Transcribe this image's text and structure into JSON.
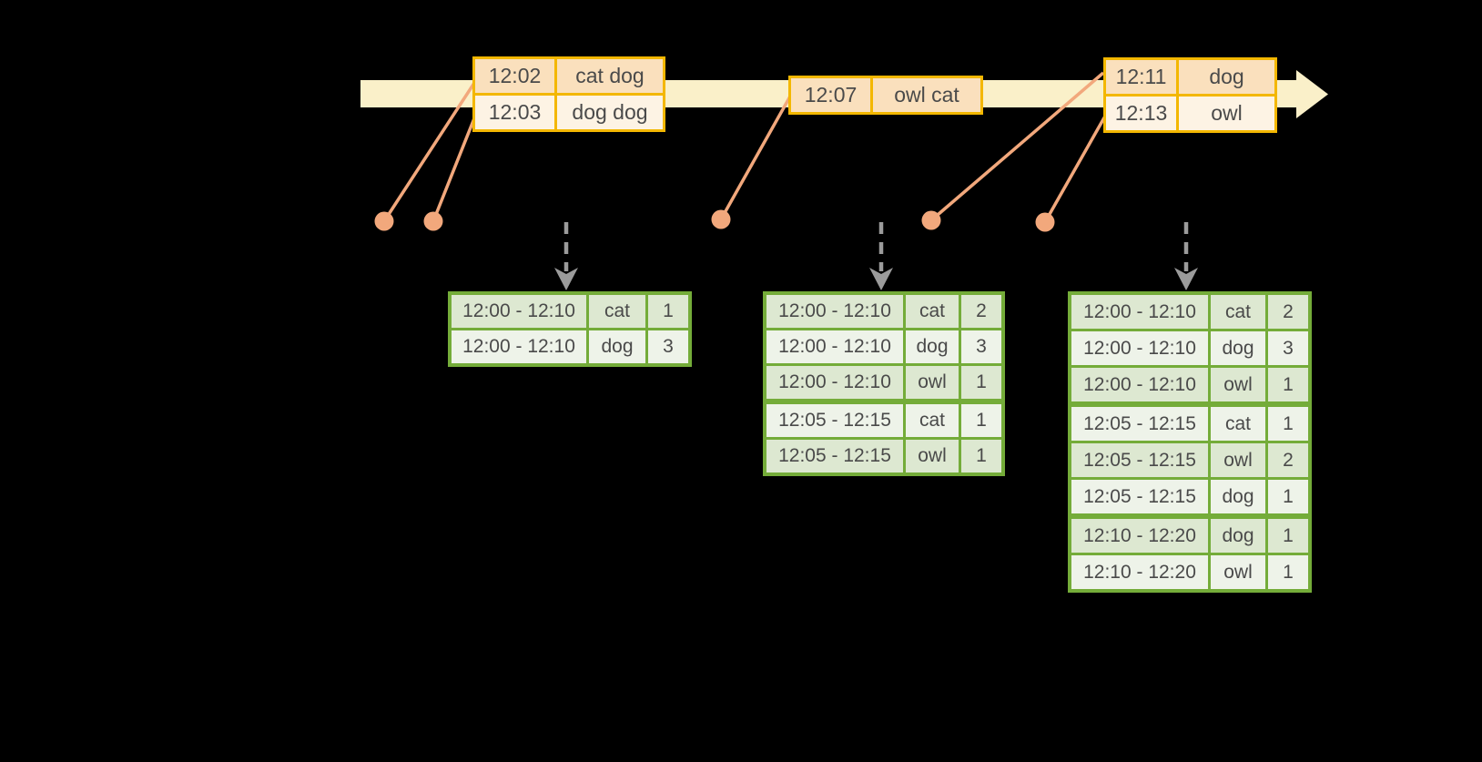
{
  "colors": {
    "background": "#000000",
    "timeline_band": "#faf0c9",
    "event_border": "#f3b700",
    "event_row_dark": "#fae0bd",
    "event_row_light": "#fdf3e4",
    "connector": "#f2a87c",
    "trigger_gray": "#9b9b9b",
    "result_border": "#74ac39",
    "result_row_dark": "#dde8d1",
    "result_row_light": "#eef3e9",
    "text": "#4a4a4a"
  },
  "event_batches": [
    {
      "rows": [
        {
          "time": "12:02",
          "words": "cat dog"
        },
        {
          "time": "12:03",
          "words": "dog dog"
        }
      ]
    },
    {
      "rows": [
        {
          "time": "12:07",
          "words": "owl cat"
        }
      ]
    },
    {
      "rows": [
        {
          "time": "12:11",
          "words": "dog"
        },
        {
          "time": "12:13",
          "words": "owl"
        }
      ]
    }
  ],
  "result_tables": [
    {
      "rows": [
        {
          "window": "12:00 - 12:10",
          "word": "cat",
          "count": "1"
        },
        {
          "window": "12:00 - 12:10",
          "word": "dog",
          "count": "3"
        }
      ]
    },
    {
      "rows": [
        {
          "window": "12:00 - 12:10",
          "word": "cat",
          "count": "2"
        },
        {
          "window": "12:00 - 12:10",
          "word": "dog",
          "count": "3"
        },
        {
          "window": "12:00 - 12:10",
          "word": "owl",
          "count": "1"
        },
        {
          "window": "12:05 - 12:15",
          "word": "cat",
          "count": "1"
        },
        {
          "window": "12:05 - 12:15",
          "word": "owl",
          "count": "1"
        }
      ]
    },
    {
      "rows": [
        {
          "window": "12:00 - 12:10",
          "word": "cat",
          "count": "2"
        },
        {
          "window": "12:00 - 12:10",
          "word": "dog",
          "count": "3"
        },
        {
          "window": "12:00 - 12:10",
          "word": "owl",
          "count": "1"
        },
        {
          "window": "12:05 - 12:15",
          "word": "cat",
          "count": "1"
        },
        {
          "window": "12:05 - 12:15",
          "word": "owl",
          "count": "2"
        },
        {
          "window": "12:05 - 12:15",
          "word": "dog",
          "count": "1"
        },
        {
          "window": "12:10 - 12:20",
          "word": "dog",
          "count": "1"
        },
        {
          "window": "12:10 - 12:20",
          "word": "owl",
          "count": "1"
        }
      ]
    }
  ]
}
